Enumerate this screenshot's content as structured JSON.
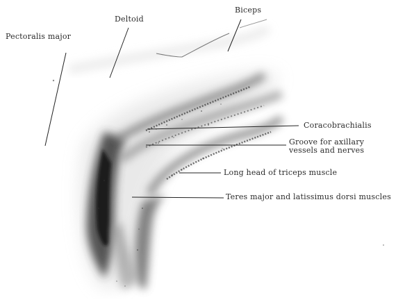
{
  "labels": {
    "pectoralis_major": "Pectoralis major",
    "deltoid": "Deltoid",
    "biceps": "Biceps",
    "coracobrachialis": "Coracobrachialis",
    "groove_line1": "Groove for axillary",
    "groove_line2": "vessels and nerves",
    "long_head_triceps": "Long head of triceps muscle",
    "teres_latissimus": "Teres major and latissimus dorsi muscles"
  }
}
